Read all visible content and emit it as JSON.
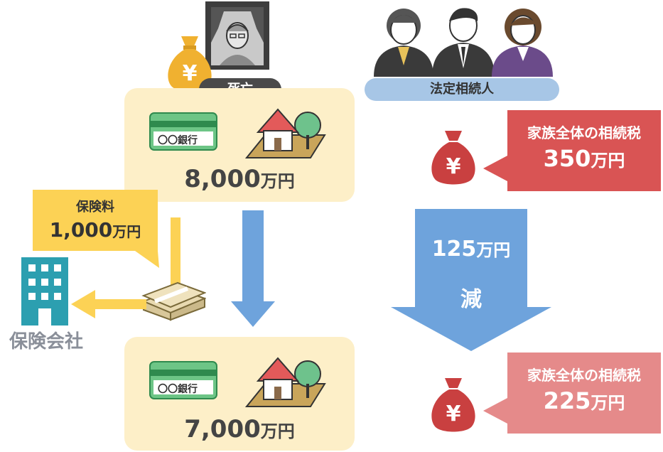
{
  "deceased": {
    "label": "死亡"
  },
  "heirs": {
    "label": "法定相続人"
  },
  "bank_card": {
    "text": "〇〇銀行"
  },
  "assets_before": {
    "amount": "8,000",
    "unit": "万円"
  },
  "assets_after": {
    "amount": "7,000",
    "unit": "万円"
  },
  "premium": {
    "title": "保険料",
    "amount": "1,000",
    "unit": "万円"
  },
  "insurer": {
    "label": "保険会社"
  },
  "tax_before": {
    "title": "家族全体の相続税",
    "amount": "350",
    "unit": "万円"
  },
  "tax_after": {
    "title": "家族全体の相続税",
    "amount": "225",
    "unit": "万円"
  },
  "reduction": {
    "amount": "125",
    "unit": "万円",
    "label": "減"
  },
  "colors": {
    "asset_bg": "#fdefc8",
    "blue_arrow": "#6ea3dc",
    "yellow": "#fcd255",
    "red_dark": "#d95454",
    "red_light": "#e58a8a",
    "green": "#2f8a4e",
    "teal": "#2c9fb0",
    "gold": "#f0b130"
  }
}
